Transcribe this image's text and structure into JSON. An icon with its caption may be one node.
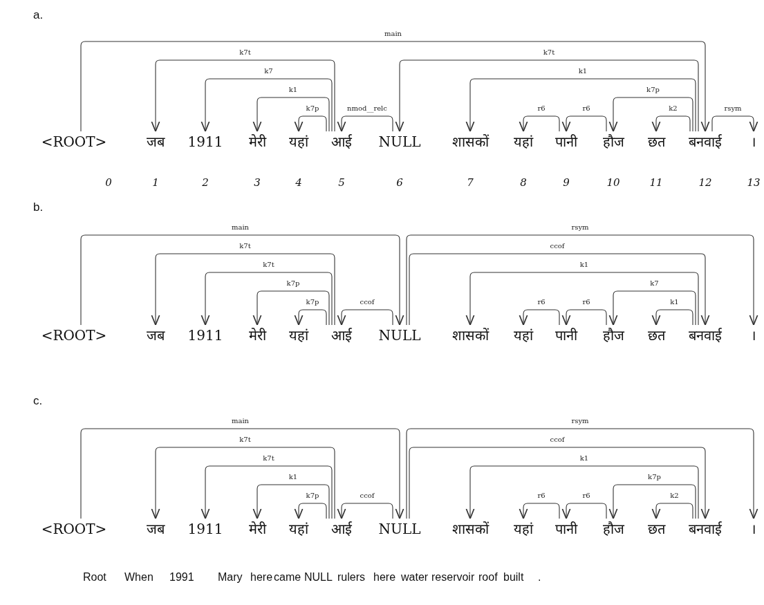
{
  "diagram": {
    "nodes": [
      {
        "text": [
          "<ROOT>"
        ]
      },
      {
        "text": [
          "जब"
        ]
      },
      {
        "text": [
          "1911"
        ]
      },
      {
        "text": [
          "मेरी"
        ]
      },
      {
        "text": [
          "यहां"
        ]
      },
      {
        "text": [
          "आई"
        ]
      },
      {
        "text": [
          "NULL"
        ]
      },
      {
        "text": [
          "शासकों"
        ]
      },
      {
        "text": [
          "यहां"
        ]
      },
      {
        "text": [
          "पानी"
        ]
      },
      {
        "text": [
          "हौज"
        ]
      },
      {
        "text": [
          "छत"
        ]
      },
      {
        "text": [
          "बनवाई"
        ]
      },
      {
        "text": [
          "।"
        ]
      },
      {
        "text": [
          "<ROOT>"
        ]
      },
      {
        "text": [
          "जब"
        ]
      },
      {
        "text": [
          "1911"
        ]
      },
      {
        "text": [
          "मेरी"
        ]
      },
      {
        "text": [
          "यहां"
        ]
      },
      {
        "text": [
          "आई"
        ]
      },
      {
        "text": [
          "NULL"
        ]
      },
      {
        "text": [
          "शासकों"
        ]
      },
      {
        "text": [
          "यहां"
        ]
      },
      {
        "text": [
          "पानी"
        ]
      },
      {
        "text": [
          "हौज"
        ]
      },
      {
        "text": [
          "छत"
        ]
      },
      {
        "text": [
          "बनवाई"
        ]
      },
      {
        "text": [
          "।"
        ]
      },
      {
        "text": [
          "<ROOT>"
        ]
      },
      {
        "text": [
          "जब"
        ]
      },
      {
        "text": [
          "1911"
        ]
      },
      {
        "text": [
          "मेरी"
        ]
      },
      {
        "text": [
          "यहां"
        ]
      },
      {
        "text": [
          "आई"
        ]
      },
      {
        "text": [
          "NULL"
        ]
      },
      {
        "text": [
          "शासकों"
        ]
      },
      {
        "text": [
          "यहां"
        ]
      },
      {
        "text": [
          "पानी"
        ]
      },
      {
        "text": [
          "हौज"
        ]
      },
      {
        "text": [
          "छत"
        ]
      },
      {
        "text": [
          "बनवाई"
        ]
      },
      {
        "text": [
          "।"
        ]
      }
    ],
    "edges": [
      {
        "from": 0,
        "to": 12,
        "arrow": "to",
        "label": "main"
      },
      {
        "from": 5,
        "to": 1,
        "arrow": "to",
        "label": "k7t"
      },
      {
        "from": 5,
        "to": 2,
        "arrow": "to",
        "label": "k7"
      },
      {
        "from": 5,
        "to": 3,
        "arrow": "to",
        "label": "k1"
      },
      {
        "from": 5,
        "to": 4,
        "arrow": "to",
        "label": "k7p"
      },
      {
        "from": 6,
        "to": 5,
        "arrow": "to",
        "label": "nmod__relc"
      },
      {
        "from": 12,
        "to": 6,
        "arrow": "to",
        "label": "k7t"
      },
      {
        "from": 12,
        "to": 7,
        "arrow": "to",
        "label": "k1"
      },
      {
        "from": 9,
        "to": 8,
        "arrow": "to",
        "label": "r6"
      },
      {
        "from": 10,
        "to": 9,
        "arrow": "to",
        "label": "r6"
      },
      {
        "from": 12,
        "to": 10,
        "arrow": "to",
        "label": "k7p"
      },
      {
        "from": 12,
        "to": 11,
        "arrow": "to",
        "label": "k2"
      },
      {
        "from": 12,
        "to": 13,
        "arrow": "to",
        "label": "rsym"
      },
      {
        "from": 14,
        "to": 20,
        "arrow": "to",
        "label": "main"
      },
      {
        "from": 19,
        "to": 15,
        "arrow": "to",
        "label": "k7t"
      },
      {
        "from": 19,
        "to": 16,
        "arrow": "to",
        "label": "k7t"
      },
      {
        "from": 19,
        "to": 17,
        "arrow": "to",
        "label": "k7p"
      },
      {
        "from": 19,
        "to": 18,
        "arrow": "to",
        "label": "k7p"
      },
      {
        "from": 20,
        "to": 19,
        "arrow": "to",
        "label": "ccof"
      },
      {
        "from": 20,
        "to": 27,
        "arrow": "to",
        "label": "rsym"
      },
      {
        "from": 20,
        "to": 26,
        "arrow": "to",
        "label": "ccof"
      },
      {
        "from": 26,
        "to": 21,
        "arrow": "to",
        "label": "k1"
      },
      {
        "from": 23,
        "to": 22,
        "arrow": "to",
        "label": "r6"
      },
      {
        "from": 24,
        "to": 23,
        "arrow": "to",
        "label": "r6"
      },
      {
        "from": 26,
        "to": 24,
        "arrow": "to",
        "label": "k7"
      },
      {
        "from": 26,
        "to": 25,
        "arrow": "to",
        "label": "k1"
      },
      {
        "from": 28,
        "to": 34,
        "arrow": "to",
        "label": "main"
      },
      {
        "from": 33,
        "to": 29,
        "arrow": "to",
        "label": "k7t"
      },
      {
        "from": 33,
        "to": 30,
        "arrow": "to",
        "label": "k7t"
      },
      {
        "from": 33,
        "to": 31,
        "arrow": "to",
        "label": "k1"
      },
      {
        "from": 33,
        "to": 32,
        "arrow": "to",
        "label": "k7p"
      },
      {
        "from": 34,
        "to": 33,
        "arrow": "to",
        "label": "ccof"
      },
      {
        "from": 34,
        "to": 41,
        "arrow": "to",
        "label": "rsym"
      },
      {
        "from": 34,
        "to": 40,
        "arrow": "to",
        "label": "ccof"
      },
      {
        "from": 40,
        "to": 35,
        "arrow": "to",
        "label": "k1"
      },
      {
        "from": 37,
        "to": 36,
        "arrow": "to",
        "label": "r6"
      },
      {
        "from": 38,
        "to": 37,
        "arrow": "to",
        "label": "r6"
      },
      {
        "from": 40,
        "to": 38,
        "arrow": "to",
        "label": "k7p"
      },
      {
        "from": 40,
        "to": 39,
        "arrow": "to",
        "label": "k2"
      }
    ],
    "labels": [
      "a.",
      "0",
      "1",
      "2",
      "3",
      "4",
      "5",
      "6",
      "7",
      "8",
      "9",
      "10",
      "11",
      "12",
      "13",
      "b.",
      "c.",
      "Root",
      "When",
      "1991",
      "Mary",
      "here",
      "came",
      "NULL",
      "rulers",
      "here",
      "water",
      "reservoir",
      "roof",
      "built",
      "."
    ]
  }
}
